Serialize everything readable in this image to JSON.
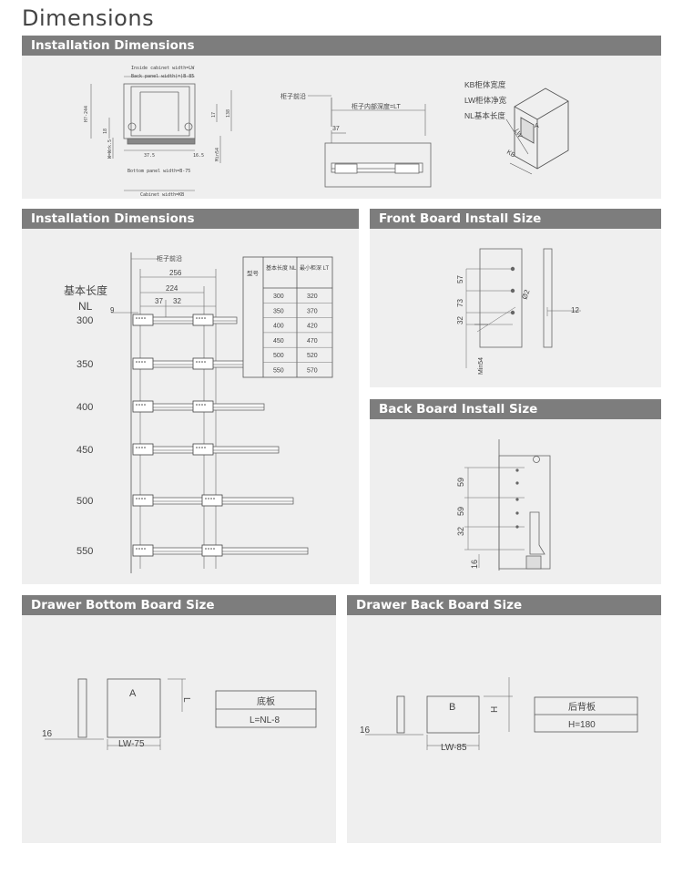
{
  "page": {
    "title": "Dimensions"
  },
  "install_top": {
    "header": "Installation Dimensions",
    "front_view": {
      "inside_width": "Inside cabinet width=LW",
      "back_width": "Back panel width(=)B-85",
      "h_min": "H?-244",
      "d18": "18",
      "d17": "17",
      "d138": "138",
      "width5": "W=Wrk.5",
      "d37_5": "37.5",
      "d16_5": "16.5",
      "min54": "Min54",
      "bottom_width": "Bottom panel width=B-75",
      "cabinet_width": "Cabinet width=KB"
    },
    "side_view": {
      "front_edge": "柜子前沿",
      "depth": "柜子内部深度=LT",
      "d37": "37"
    },
    "iso_view": {
      "kb_label": "KB柜体宽度",
      "lw_label": "LW柜体净宽",
      "nl_label": "NL基本长度",
      "a": "A",
      "lw": "LW",
      "kb": "KB"
    }
  },
  "install_main": {
    "header": "Installation Dimensions",
    "front_edge": "柜子前沿",
    "d256": "256",
    "d224": "224",
    "d37": "37",
    "d32": "32",
    "d9": "9",
    "nl_label_cn": "基本长度",
    "nl_label": "NL",
    "lengths": [
      "300",
      "350",
      "400",
      "450",
      "500",
      "550"
    ],
    "table": {
      "headers": [
        "型号",
        "基本长度 NL",
        "最小柜深 LT"
      ],
      "rows": [
        [
          "300",
          "320"
        ],
        [
          "350",
          "370"
        ],
        [
          "400",
          "420"
        ],
        [
          "450",
          "470"
        ],
        [
          "500",
          "520"
        ],
        [
          "550",
          "570"
        ]
      ]
    }
  },
  "front_board": {
    "header": "Front Board Install Size",
    "d57": "57",
    "d73": "73",
    "d32": "32",
    "phi": "Ø2",
    "d12": "12",
    "min54": "Min54"
  },
  "back_board": {
    "header": "Back Board Install Size",
    "d59a": "59",
    "d59b": "59",
    "d32": "32",
    "d16": "16"
  },
  "drawer_bottom": {
    "header": "Drawer Bottom Board Size",
    "a": "A",
    "l": "L",
    "d16": "16",
    "lw": "LW-75",
    "box_title": "底板",
    "box_value": "L=NL-8"
  },
  "drawer_back": {
    "header": "Drawer Back Board Size",
    "b": "B",
    "h": "H",
    "d16": "16",
    "lw": "LW-85",
    "box_title": "后背板",
    "box_value": "H=180"
  }
}
